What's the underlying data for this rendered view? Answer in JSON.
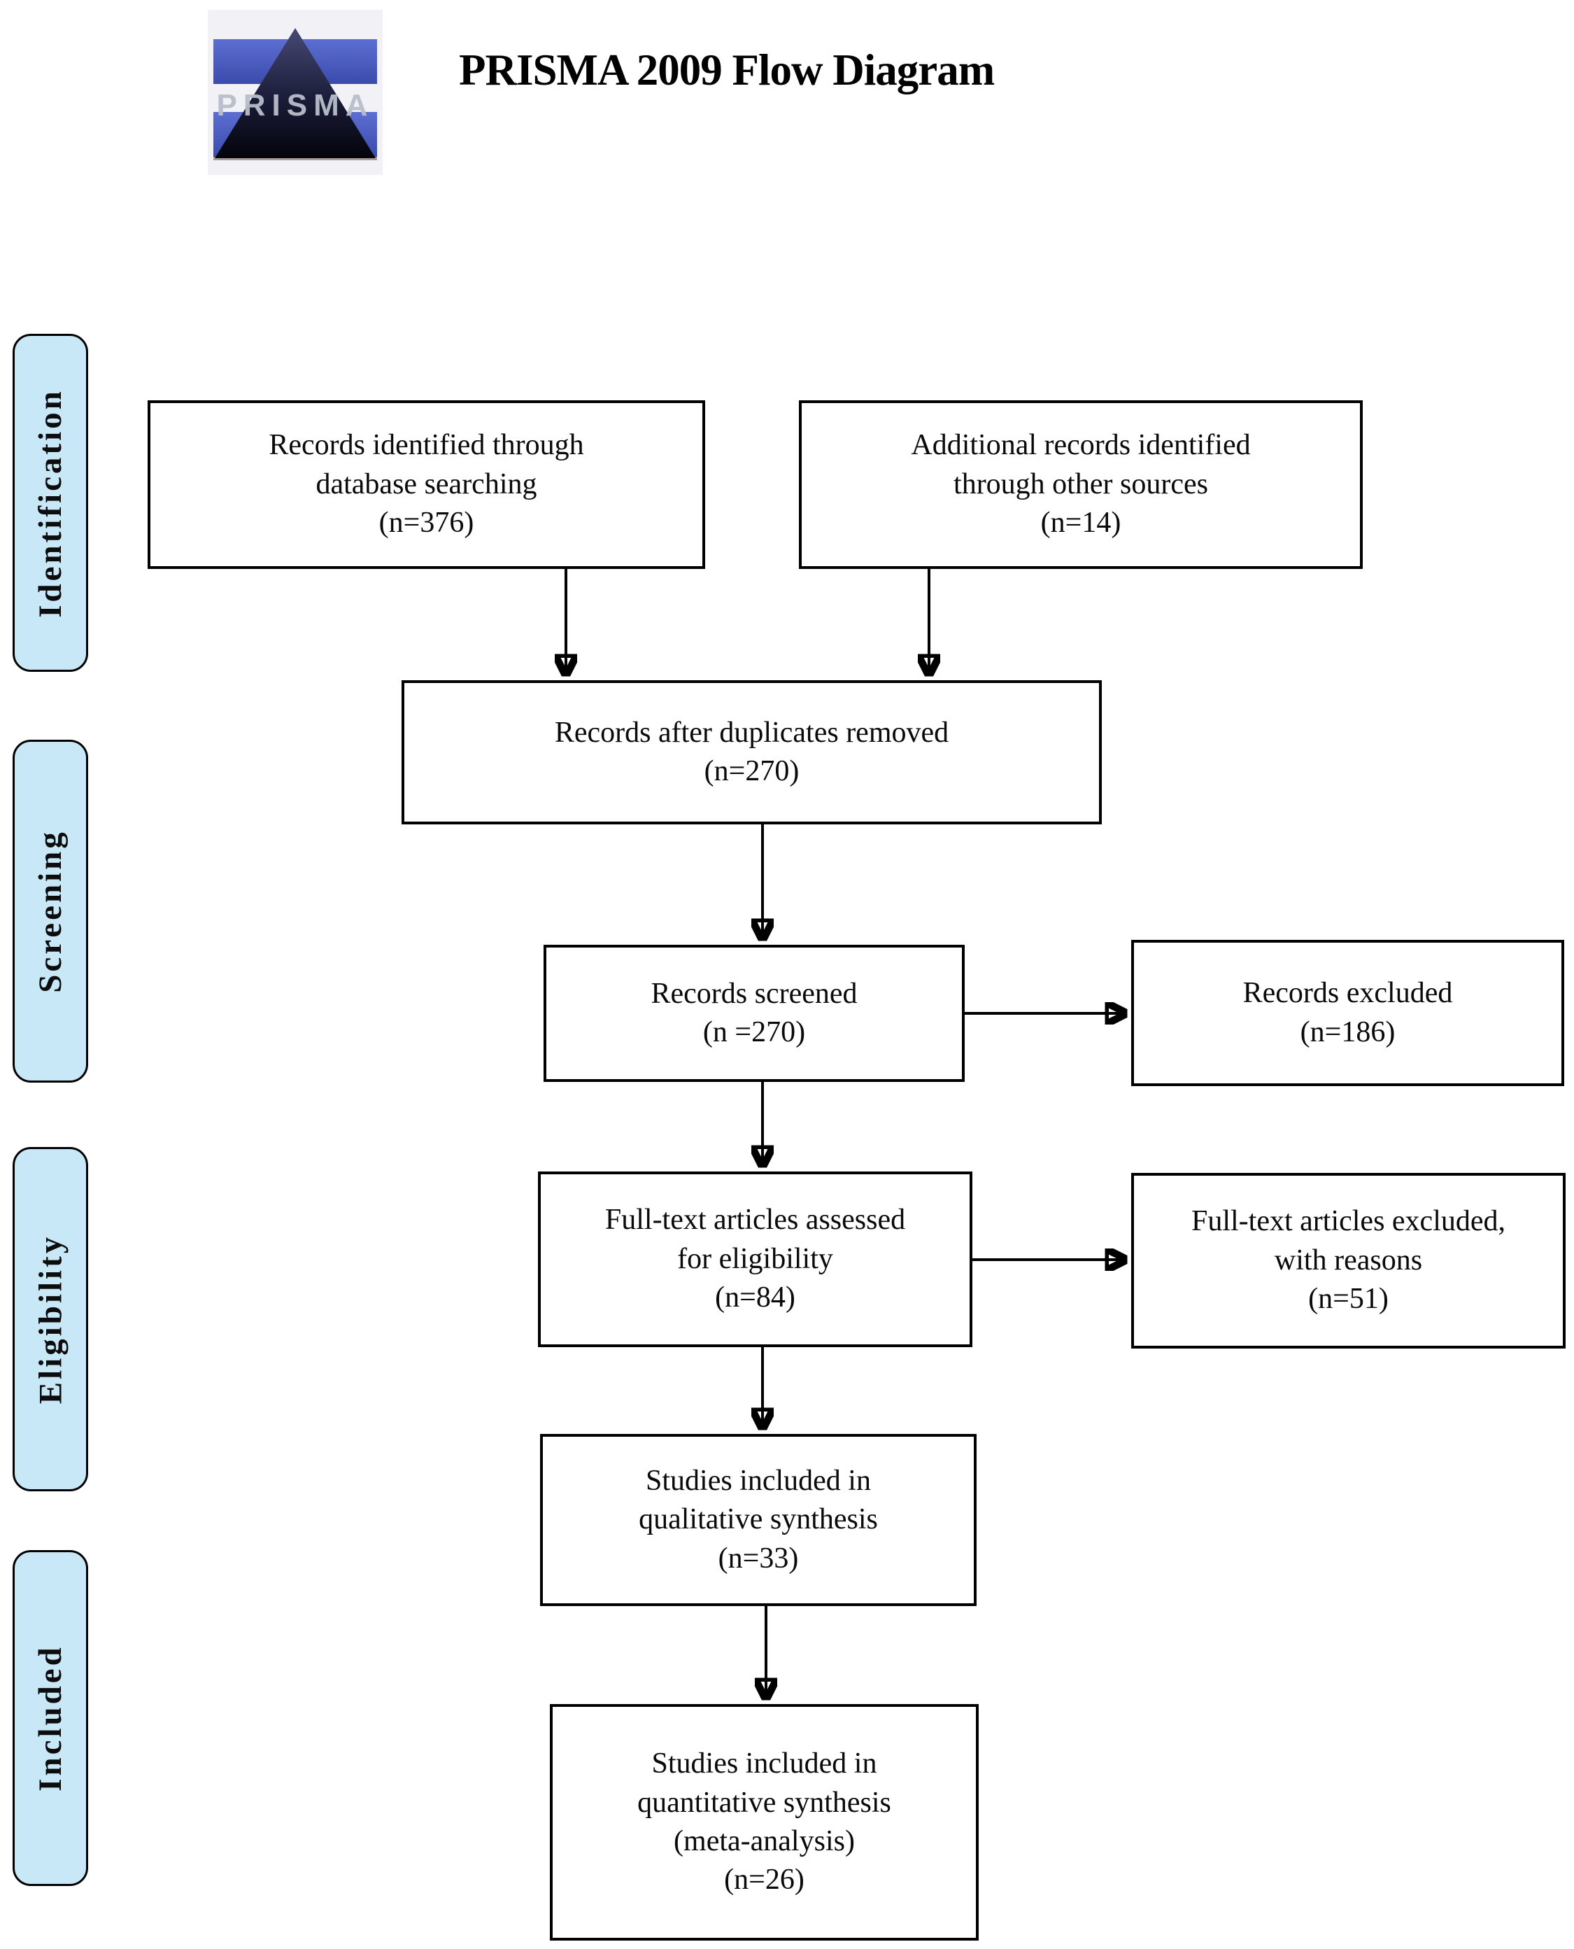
{
  "header": {
    "logo_text": "PRISMA",
    "title": "PRISMA 2009 Flow Diagram"
  },
  "stage_labels": {
    "identification": "Identification",
    "screening": "Screening",
    "eligibility": "Eligibility",
    "included": "Included"
  },
  "boxes": {
    "records_database": {
      "text": "Records identified through\ndatabase searching\n(n=376)",
      "n": 376
    },
    "records_other": {
      "text": "Additional records identified\nthrough other sources\n(n=14)",
      "n": 14
    },
    "after_duplicates": {
      "text": "Records after duplicates removed\n(n=270)",
      "n": 270
    },
    "records_screened": {
      "text": "Records screened\n(n =270)",
      "n": 270
    },
    "records_excluded": {
      "text": "Records excluded\n(n=186)",
      "n": 186
    },
    "fulltext_assessed": {
      "text": "Full-text articles assessed\nfor eligibility\n(n=84)",
      "n": 84
    },
    "fulltext_excluded": {
      "text": "Full-text articles excluded,\nwith reasons\n(n=51)",
      "n": 51
    },
    "qualitative_included": {
      "text": "Studies included in\nqualitative synthesis\n(n=33)",
      "n": 33
    },
    "quantitative_included": {
      "text": "Studies included in\nquantitative synthesis\n(meta-analysis)\n(n=26)",
      "n": 26
    }
  },
  "connections": [
    {
      "from": "records_database",
      "to": "after_duplicates"
    },
    {
      "from": "records_other",
      "to": "after_duplicates"
    },
    {
      "from": "after_duplicates",
      "to": "records_screened"
    },
    {
      "from": "records_screened",
      "to": "records_excluded"
    },
    {
      "from": "records_screened",
      "to": "fulltext_assessed"
    },
    {
      "from": "fulltext_assessed",
      "to": "fulltext_excluded"
    },
    {
      "from": "fulltext_assessed",
      "to": "qualitative_included"
    },
    {
      "from": "qualitative_included",
      "to": "quantitative_included"
    }
  ],
  "colors": {
    "stage_label_fill": "#C9E8F7",
    "line_color": "#000000",
    "logo_blue": "#4A5BC4",
    "logo_triangle_dark": "#05050E"
  }
}
